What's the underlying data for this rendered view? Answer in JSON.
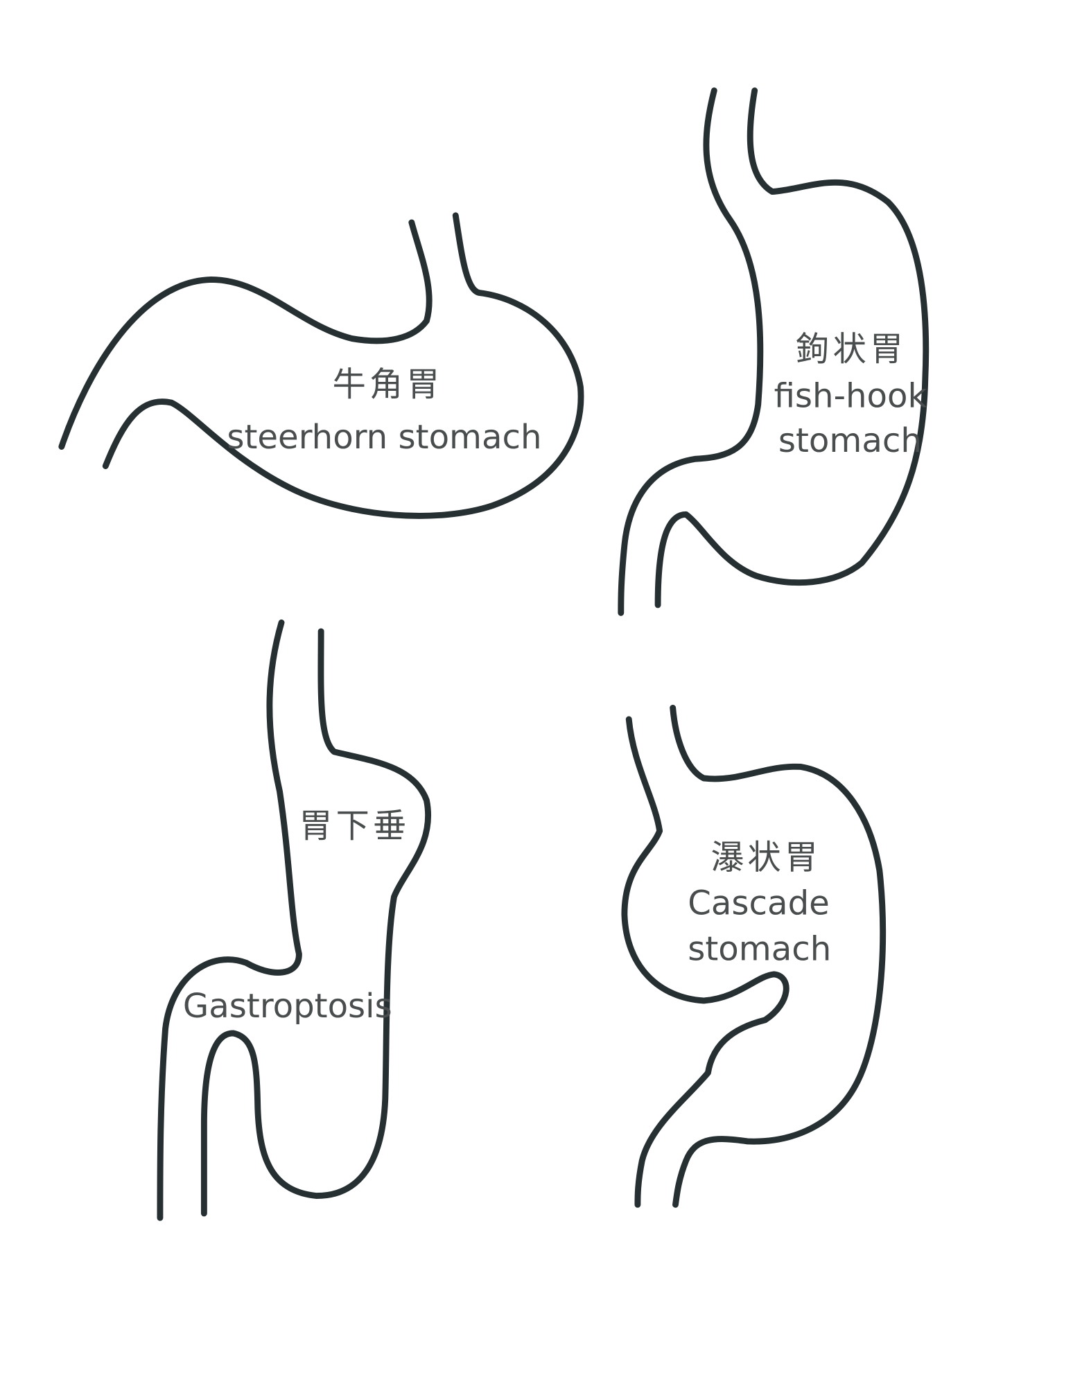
{
  "colors": {
    "outline": "#263033",
    "text": "#4a4d4e",
    "background": "#ffffff"
  },
  "diagrams": [
    {
      "id": "steerhorn",
      "label_zh": "牛角胃",
      "label_en_lines": [
        "steerhorn stomach"
      ]
    },
    {
      "id": "fish-hook",
      "label_zh": "鉤状胃",
      "label_en_lines": [
        "fish-hook",
        "stomach"
      ]
    },
    {
      "id": "gastroptosis",
      "label_zh": "胃下垂",
      "label_en_lines": [
        "Gastroptosis"
      ]
    },
    {
      "id": "cascade",
      "label_zh": "瀑状胃",
      "label_en_lines": [
        "Cascade",
        "stomach"
      ]
    }
  ]
}
